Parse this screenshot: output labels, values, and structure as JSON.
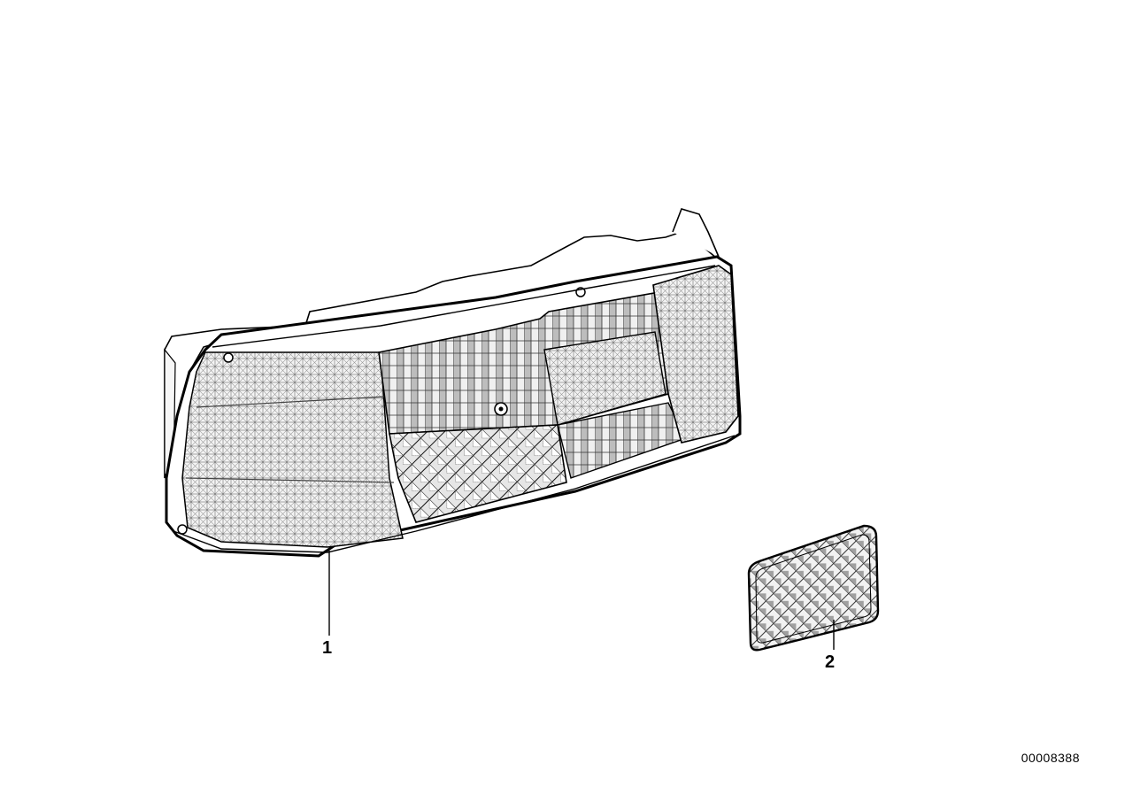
{
  "callouts": [
    {
      "number": "1"
    },
    {
      "number": "2"
    }
  ],
  "diagram_id": "00008388",
  "colors": {
    "line": "#000000",
    "background": "#ffffff",
    "lens_light": "#f2f2f2",
    "lens_mid": "#d9d9d9",
    "lens_dark": "#8c8c8c"
  },
  "parts": [
    {
      "callout": "1",
      "icon": "tail-light-lens-icon"
    },
    {
      "callout": "2",
      "icon": "reflector-icon"
    }
  ]
}
